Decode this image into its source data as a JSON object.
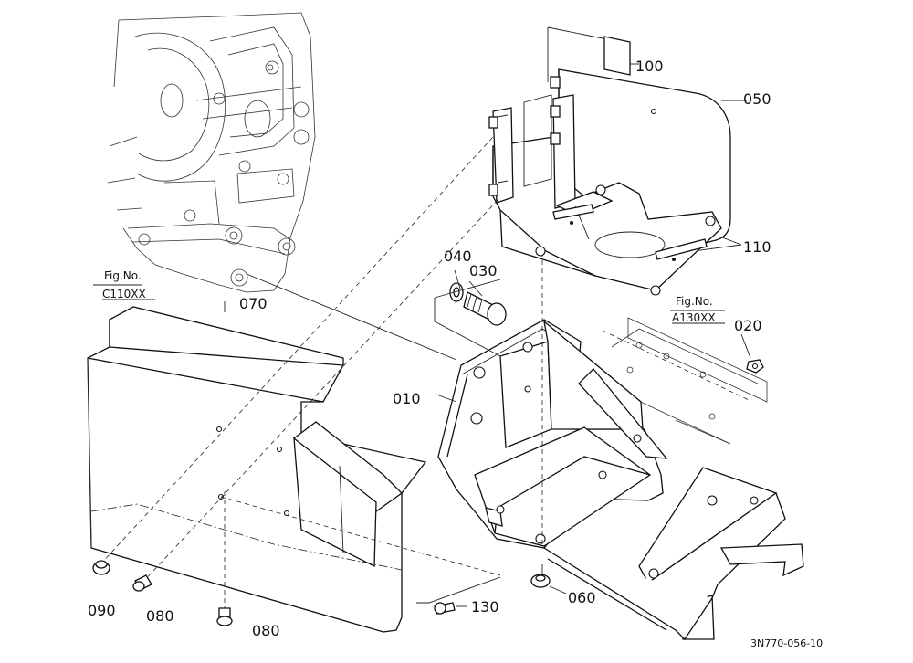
{
  "parts": {
    "p010": "010",
    "p020": "020",
    "p030": "030",
    "p040": "040",
    "p050": "050",
    "p060": "060",
    "p070": "070",
    "p080a": "080",
    "p080b": "080",
    "p090": "090",
    "p100": "100",
    "p110": "110",
    "p130": "130"
  },
  "references": {
    "engine": {
      "prefix": "Fig.No.",
      "number": "C110XX"
    },
    "frame": {
      "prefix": "Fig.No.",
      "number": "A130XX"
    }
  },
  "drawing_code": "3N770-056-10"
}
